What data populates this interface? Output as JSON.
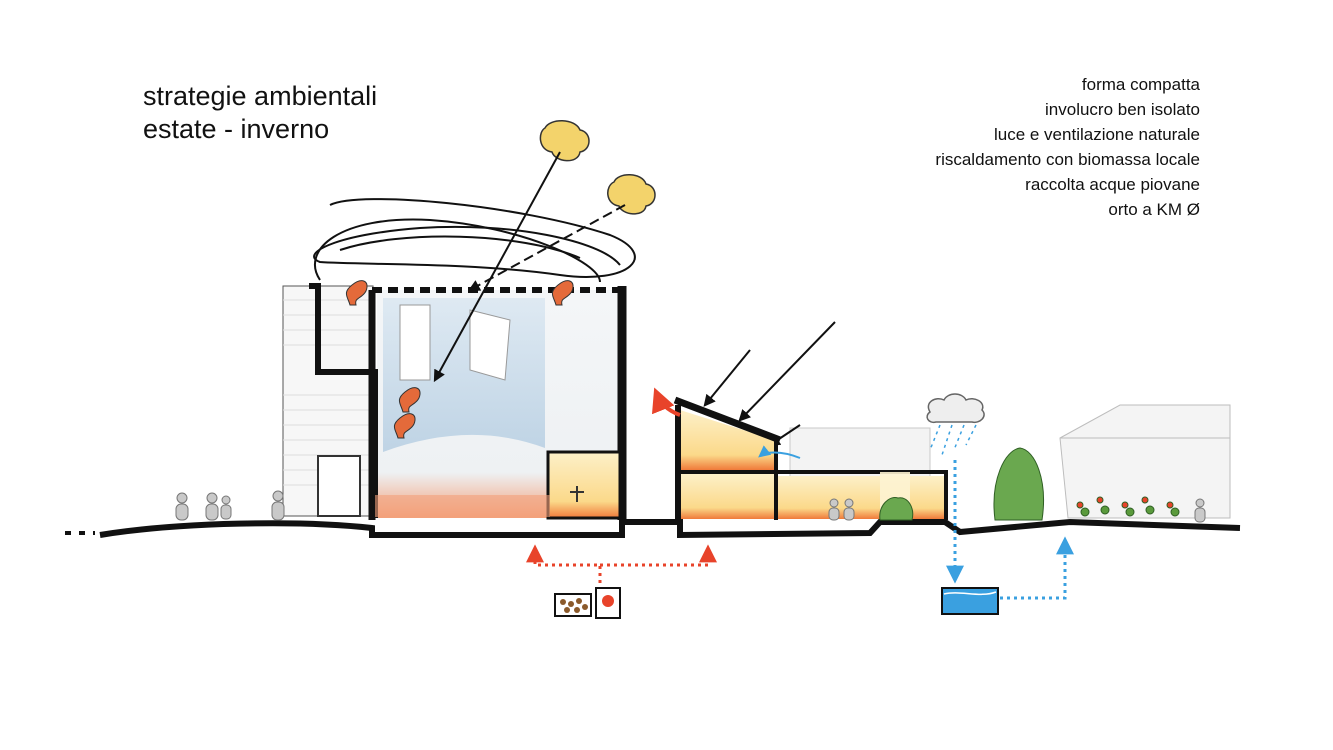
{
  "title": {
    "line1": "strategie ambientali",
    "line2": "estate - inverno"
  },
  "strategies": [
    "forma compatta",
    "involucro ben isolato",
    "luce e ventilazione naturale",
    "riscaldamento con biomassa locale",
    "raccolta acque piovane",
    "orto a KM Ø"
  ],
  "colors": {
    "sun": "#f3d36b",
    "heat": "#e8432a",
    "warm_interior": "#fbe3a4",
    "water": "#3aa0e0",
    "sky_glazing": "#c9dcec",
    "vegetation": "#5a9a3c",
    "wind": "#e46a3a"
  }
}
